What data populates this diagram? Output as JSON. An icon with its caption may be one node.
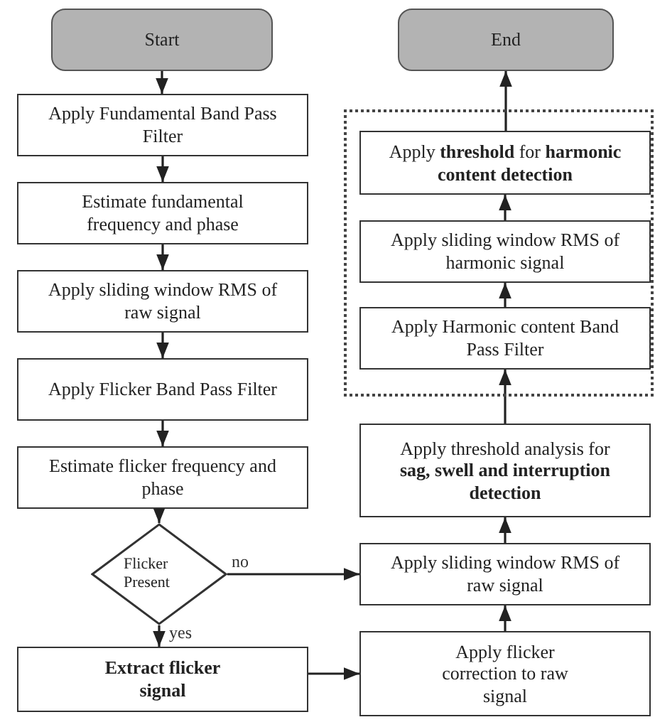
{
  "diagram": {
    "nodes": [
      {
        "text": [
          "Start"
        ]
      },
      {
        "text": [
          "Apply Fundamental Band Pass Filter"
        ]
      },
      {
        "text": [
          "Estimate fundamental frequency and phase"
        ]
      },
      {
        "text": [
          "Apply sliding window RMS of raw signal"
        ]
      },
      {
        "text": [
          "Apply Flicker Band Pass Filter"
        ]
      },
      {
        "text": [
          "Estimate flicker frequency and phase"
        ]
      },
      {
        "text": [
          "Flicker Present"
        ]
      },
      {
        "text": [
          "Extract flicker signal"
        ]
      },
      {
        "text": [
          "End"
        ]
      },
      {
        "text": [],
        "shape": "box"
      },
      {
        "text": [
          "Apply **threshold** for **harmonic content detection**"
        ],
        "in": 9
      },
      {
        "text": [
          "Apply sliding window RMS of harmonic signal"
        ],
        "in": 9
      },
      {
        "text": [
          "Apply Harmonic content Band Pass Filter"
        ],
        "in": 9
      },
      {
        "text": [
          "Apply threshold analysis for **sag, swell and interruption detection**"
        ]
      },
      {
        "text": [
          "Apply sliding window RMS of raw signal"
        ]
      },
      {
        "text": [
          "Apply flicker correction to raw signal"
        ]
      }
    ],
    "edges": [
      {
        "from": 0,
        "to": 1,
        "arrow": "to"
      },
      {
        "from": 1,
        "to": 2,
        "arrow": "to"
      },
      {
        "from": 2,
        "to": 3,
        "arrow": "to"
      },
      {
        "from": 3,
        "to": 4,
        "arrow": "to"
      },
      {
        "from": 4,
        "to": 5,
        "arrow": "to"
      },
      {
        "from": 5,
        "to": 6,
        "arrow": "to"
      },
      {
        "from": 6,
        "to": 7,
        "arrow": "to",
        "label": "yes"
      },
      {
        "from": 6,
        "to": 14,
        "arrow": "to",
        "label": "no"
      },
      {
        "from": 7,
        "to": 15,
        "arrow": "to"
      },
      {
        "from": 15,
        "to": 14,
        "arrow": "to"
      },
      {
        "from": 14,
        "to": 13,
        "arrow": "to"
      },
      {
        "from": 13,
        "to": 12,
        "arrow": "to"
      },
      {
        "from": 12,
        "to": 11,
        "arrow": "to"
      },
      {
        "from": 11,
        "to": 10,
        "arrow": "to"
      },
      {
        "from": 10,
        "to": 8,
        "arrow": "to"
      }
    ]
  }
}
